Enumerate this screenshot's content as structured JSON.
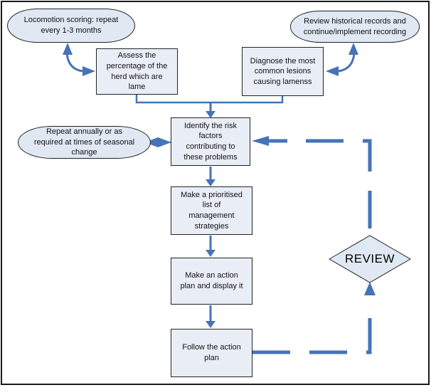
{
  "diagram": {
    "type": "flowchart",
    "nodes": {
      "locomotion": {
        "shape": "terminator",
        "label": "Locomotion scoring: repeat\nevery 1-3 months"
      },
      "review_records": {
        "shape": "terminator",
        "label": "Review historical records and\ncontinue/implement recording"
      },
      "assess": {
        "shape": "process",
        "label": "Assess the\npercentage of the\nherd which are\nlame"
      },
      "diagnose": {
        "shape": "process",
        "label": "Diagnose the most\ncommon lesions\ncausing lamenss"
      },
      "repeat_annually": {
        "shape": "terminator",
        "label": "Repeat annually or as\nrequired at times of seasonal\nchange"
      },
      "identify": {
        "shape": "process",
        "label": "Identify the risk\nfactors\ncontributing to\nthese problems"
      },
      "prioritise": {
        "shape": "process",
        "label": "Make a prioritised\nlist of\nmanagement\nstrategies"
      },
      "action_plan": {
        "shape": "process",
        "label": "Make an action\nplan and display it"
      },
      "follow": {
        "shape": "process",
        "label": "Follow the action\nplan"
      },
      "review": {
        "shape": "decision",
        "label": "REVIEW"
      }
    },
    "edges": [
      {
        "from": "locomotion",
        "to": "assess",
        "style": "curved-double-arrow"
      },
      {
        "from": "diagnose",
        "to": "review_records",
        "style": "curved-double-arrow"
      },
      {
        "from": "assess",
        "to": "identify",
        "style": "solid-arrow-junction"
      },
      {
        "from": "diagnose",
        "to": "identify",
        "style": "solid-arrow-junction"
      },
      {
        "from": "repeat_annually",
        "to": "identify",
        "style": "double-headed-arrow"
      },
      {
        "from": "identify",
        "to": "prioritise",
        "style": "solid-arrow"
      },
      {
        "from": "prioritise",
        "to": "action_plan",
        "style": "solid-arrow"
      },
      {
        "from": "action_plan",
        "to": "follow",
        "style": "solid-arrow"
      },
      {
        "from": "follow",
        "to": "review",
        "style": "dashed-arrow"
      },
      {
        "from": "review",
        "to": "identify",
        "style": "dashed-arrow"
      }
    ],
    "colors": {
      "arrow": "#4673b8",
      "process_fill": "#e9eef6",
      "terminator_fill": "#dfe8f3",
      "decision_fill": "#dfe8f3",
      "border": "#222222",
      "frame": "#1a1a1a"
    }
  }
}
